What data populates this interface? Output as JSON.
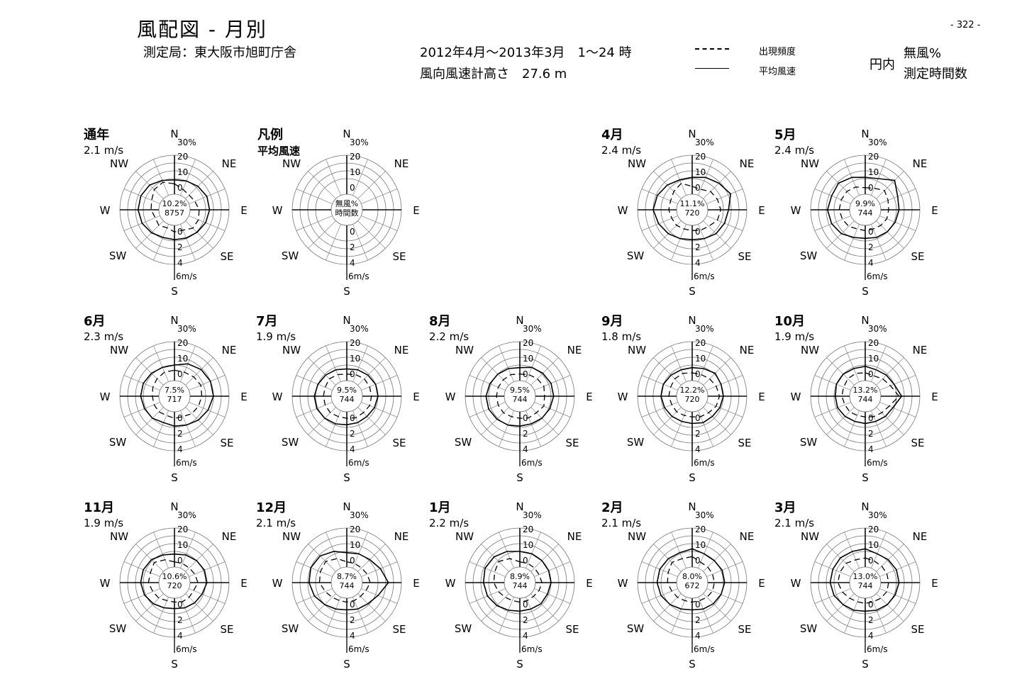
{
  "header": {
    "title": "風配図 - 月別",
    "station": "測定局：東大阪市旭町庁舎",
    "period": "2012年4月～2013年3月　1～24 時",
    "height": "風向風速計高さ　27.6 m",
    "page_number": "- 322 -"
  },
  "legend": {
    "dashed_label": "出現頻度",
    "solid_label": "平均風速",
    "circle_label": "円内",
    "circle_calm": "無風%",
    "circle_hours": "測定時間数"
  },
  "rose_labels": {
    "directions": [
      "N",
      "NE",
      "E",
      "SE",
      "S",
      "SW",
      "W",
      "NW"
    ],
    "freq_ticks": [
      "30%",
      "20",
      "10",
      "0"
    ],
    "speed_ticks": [
      "0",
      "2",
      "4",
      "6m/s"
    ]
  },
  "explain": {
    "title": "凡例",
    "subtitle": "平均風速",
    "center_top": "無風%",
    "center_bottom": "時間数"
  },
  "chart_data": [
    {
      "type": "radar",
      "title": "通年",
      "avg_speed": "2.1 m/s",
      "calm_pct": "10.2%",
      "hours": "8757",
      "freq": [
        8,
        5,
        4,
        5,
        7,
        8,
        8,
        5,
        5,
        3,
        5,
        4,
        6,
        7,
        10,
        11
      ],
      "speed": [
        2.2,
        2.4,
        2.7,
        3.0,
        3.0,
        2.8,
        2.5,
        2.3,
        2.2,
        2.2,
        2.6,
        3.0,
        3.2,
        3.2,
        3.0,
        2.5
      ]
    },
    {
      "type": "radar",
      "title": "4月",
      "avg_speed": "2.4 m/s",
      "calm_pct": "11.1%",
      "hours": "720",
      "freq": [
        6,
        5,
        8,
        9,
        10,
        9,
        6,
        5,
        4,
        4,
        5,
        5,
        6,
        6,
        8,
        10
      ],
      "speed": [
        2.6,
        3.0,
        3.4,
        4.0,
        3.2,
        3.0,
        2.8,
        2.4,
        2.2,
        2.4,
        2.8,
        3.2,
        3.6,
        3.4,
        3.0,
        2.6
      ]
    },
    {
      "type": "radar",
      "title": "5月",
      "avg_speed": "2.4 m/s",
      "calm_pct": "9.9%",
      "hours": "744",
      "freq": [
        5,
        6,
        9,
        7,
        6,
        6,
        5,
        4,
        4,
        4,
        6,
        7,
        8,
        8,
        8,
        7
      ],
      "speed": [
        2.6,
        2.8,
        4.0,
        3.0,
        2.8,
        2.6,
        2.4,
        2.2,
        2.0,
        2.2,
        2.8,
        3.2,
        3.4,
        3.2,
        3.4,
        3.0
      ]
    },
    {
      "type": "radar",
      "title": "6月",
      "avg_speed": "2.3 m/s",
      "calm_pct": "7.5%",
      "hours": "717",
      "freq": [
        8,
        8,
        9,
        10,
        9,
        8,
        7,
        5,
        5,
        4,
        5,
        5,
        5,
        6,
        7,
        8
      ],
      "speed": [
        2.4,
        3.0,
        3.4,
        3.6,
        3.6,
        3.2,
        2.8,
        2.4,
        2.2,
        2.0,
        2.4,
        2.6,
        2.8,
        2.8,
        2.6,
        2.4
      ]
    },
    {
      "type": "radar",
      "title": "7月",
      "avg_speed": "1.9 m/s",
      "calm_pct": "9.5%",
      "hours": "744",
      "freq": [
        5,
        6,
        7,
        7,
        7,
        7,
        6,
        6,
        5,
        5,
        6,
        6,
        6,
        6,
        7,
        6
      ],
      "speed": [
        1.8,
        2.0,
        2.2,
        2.4,
        2.4,
        2.2,
        2.0,
        2.0,
        2.0,
        2.2,
        2.4,
        2.6,
        2.6,
        2.4,
        2.2,
        2.0
      ]
    },
    {
      "type": "radar",
      "title": "8月",
      "avg_speed": "2.2 m/s",
      "calm_pct": "9.5%",
      "hours": "744",
      "freq": [
        5,
        6,
        7,
        8,
        7,
        8,
        6,
        6,
        5,
        5,
        6,
        6,
        6,
        6,
        6,
        6
      ],
      "speed": [
        2.0,
        2.4,
        2.6,
        2.8,
        2.8,
        2.6,
        2.4,
        2.2,
        2.2,
        2.4,
        2.6,
        2.8,
        2.8,
        2.6,
        2.4,
        2.2
      ]
    },
    {
      "type": "radar",
      "title": "9月",
      "avg_speed": "1.8 m/s",
      "calm_pct": "12.2%",
      "hours": "720",
      "freq": [
        6,
        6,
        7,
        8,
        9,
        8,
        6,
        5,
        4,
        4,
        5,
        5,
        6,
        6,
        7,
        7
      ],
      "speed": [
        2.0,
        2.2,
        2.6,
        2.4,
        2.4,
        2.2,
        2.0,
        2.0,
        1.8,
        1.8,
        2.0,
        2.2,
        2.4,
        2.4,
        2.2,
        2.0
      ]
    },
    {
      "type": "radar",
      "title": "10月",
      "avg_speed": "1.9 m/s",
      "calm_pct": "13.2%",
      "hours": "744",
      "freq": [
        6,
        5,
        7,
        9,
        14,
        8,
        6,
        5,
        4,
        4,
        5,
        5,
        6,
        6,
        7,
        7
      ],
      "speed": [
        2.2,
        2.0,
        2.2,
        2.4,
        3.2,
        2.2,
        2.0,
        1.8,
        1.8,
        1.8,
        2.0,
        2.2,
        2.2,
        2.4,
        2.4,
        2.2
      ]
    },
    {
      "type": "radar",
      "title": "11月",
      "avg_speed": "1.9 m/s",
      "calm_pct": "10.6%",
      "hours": "720",
      "freq": [
        4,
        4,
        4,
        5,
        6,
        4,
        4,
        4,
        3,
        3,
        5,
        6,
        8,
        8,
        10,
        7
      ],
      "speed": [
        2.0,
        2.2,
        2.4,
        2.6,
        2.6,
        2.2,
        2.0,
        1.8,
        1.6,
        1.8,
        2.2,
        2.6,
        2.8,
        2.8,
        2.6,
        2.2
      ]
    },
    {
      "type": "radar",
      "title": "12月",
      "avg_speed": "2.1 m/s",
      "calm_pct": "8.7%",
      "hours": "744",
      "freq": [
        4,
        4,
        4,
        5,
        6,
        4,
        3,
        3,
        3,
        3,
        4,
        6,
        9,
        10,
        11,
        8
      ],
      "speed": [
        2.2,
        2.4,
        2.6,
        3.2,
        4.0,
        2.8,
        2.2,
        2.0,
        1.8,
        2.0,
        2.4,
        3.0,
        3.4,
        3.6,
        3.4,
        2.8
      ]
    },
    {
      "type": "radar",
      "title": "1月",
      "avg_speed": "2.2 m/s",
      "calm_pct": "8.9%",
      "hours": "744",
      "freq": [
        4,
        4,
        4,
        4,
        5,
        4,
        3,
        3,
        3,
        3,
        4,
        6,
        8,
        9,
        11,
        8
      ],
      "speed": [
        2.4,
        2.4,
        2.4,
        2.4,
        2.4,
        2.2,
        2.2,
        2.0,
        2.0,
        2.2,
        2.6,
        3.0,
        3.2,
        3.4,
        3.2,
        2.8
      ]
    },
    {
      "type": "radar",
      "title": "2月",
      "avg_speed": "2.1 m/s",
      "calm_pct": "8.0%",
      "hours": "672",
      "freq": [
        8,
        5,
        5,
        5,
        5,
        5,
        4,
        3,
        3,
        3,
        4,
        5,
        7,
        8,
        10,
        8
      ],
      "speed": [
        2.8,
        2.4,
        2.4,
        2.6,
        2.6,
        2.4,
        2.2,
        2.0,
        1.8,
        2.0,
        2.4,
        2.8,
        3.0,
        3.0,
        2.8,
        2.6
      ]
    },
    {
      "type": "radar",
      "title": "3月",
      "avg_speed": "2.1 m/s",
      "calm_pct": "13.0%",
      "hours": "744",
      "freq": [
        7,
        6,
        6,
        6,
        6,
        6,
        5,
        4,
        4,
        4,
        5,
        7,
        9,
        9,
        9,
        7
      ],
      "speed": [
        2.8,
        2.4,
        2.6,
        2.8,
        2.8,
        2.6,
        2.4,
        2.2,
        2.0,
        2.2,
        2.4,
        2.8,
        3.0,
        3.0,
        3.0,
        2.8
      ]
    }
  ]
}
